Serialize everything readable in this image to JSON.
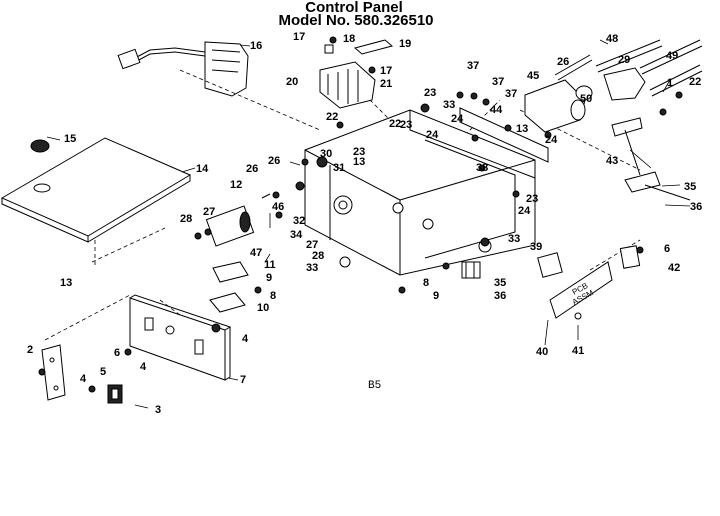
{
  "title_line1": "Control Panel",
  "title_line2": "Model No. 580.326510",
  "footer_code": "B5",
  "pcb_label_1": "PCB",
  "pcb_label_2": "ASSM",
  "callouts": {
    "c1": "1",
    "c2": "2",
    "c3": "3",
    "c4a": "4",
    "c4b": "4",
    "c4c": "4",
    "c5": "5",
    "c6a": "6",
    "c6b": "6",
    "c7": "7",
    "c8a": "8",
    "c8b": "8",
    "c9a": "9",
    "c9b": "9",
    "c10": "10",
    "c11": "11",
    "c12": "12",
    "c13a": "13",
    "c13b": "13",
    "c13c": "13",
    "c14": "14",
    "c15": "15",
    "c16": "16",
    "c17a": "17",
    "c17b": "17",
    "c18": "18",
    "c19": "19",
    "c20": "20",
    "c21": "21",
    "c22a": "22",
    "c22b": "22",
    "c22c": "22",
    "c23a": "23",
    "c23b": "23",
    "c23c": "23",
    "c23d": "23",
    "c24a": "24",
    "c24b": "24",
    "c24c": "24",
    "c24d": "24",
    "c26a": "26",
    "c26b": "26",
    "c26c": "26",
    "c27a": "27",
    "c27b": "27",
    "c28a": "28",
    "c28b": "28",
    "c29": "29",
    "c30": "30",
    "c31": "31",
    "c32": "32",
    "c33a": "33",
    "c33b": "33",
    "c33c": "33",
    "c34": "34",
    "c35a": "35",
    "c35b": "35",
    "c36a": "36",
    "c36b": "36",
    "c37a": "37",
    "c37b": "37",
    "c37c": "37",
    "c38": "38",
    "c39": "39",
    "c40": "40",
    "c41": "41",
    "c42": "42",
    "c43": "43",
    "c44": "44",
    "c45": "45",
    "c46": "46",
    "c47": "47",
    "c48": "48",
    "c49": "49",
    "c50": "50"
  }
}
